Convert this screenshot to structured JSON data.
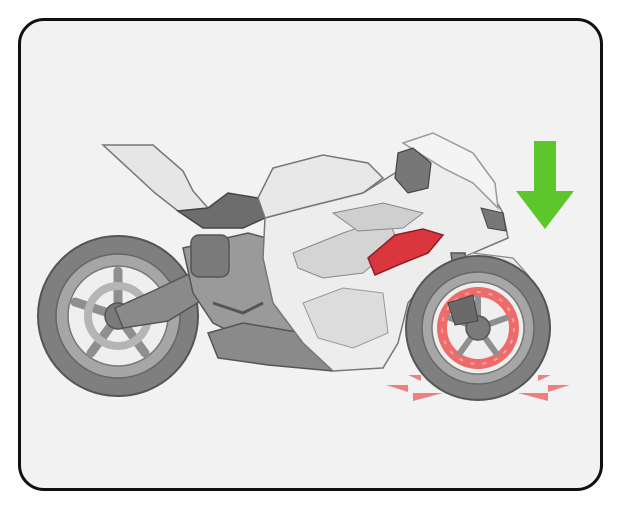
{
  "diagram": {
    "subject": "motorcycle-side-view",
    "highlighted_parts": [
      "winglet",
      "front-brake-disc"
    ],
    "indicator": "downforce-arrow-down",
    "colors": {
      "frame_border": "#111111",
      "panel_background": "#f2f2f2",
      "bike_gray": "#8c8c8c",
      "bike_light": "#e6e6e6",
      "winglet": "#d9363e",
      "brake_disc": "#ee6b6b",
      "ground_marks": "#f08080",
      "arrow": "#5cc62a"
    }
  }
}
